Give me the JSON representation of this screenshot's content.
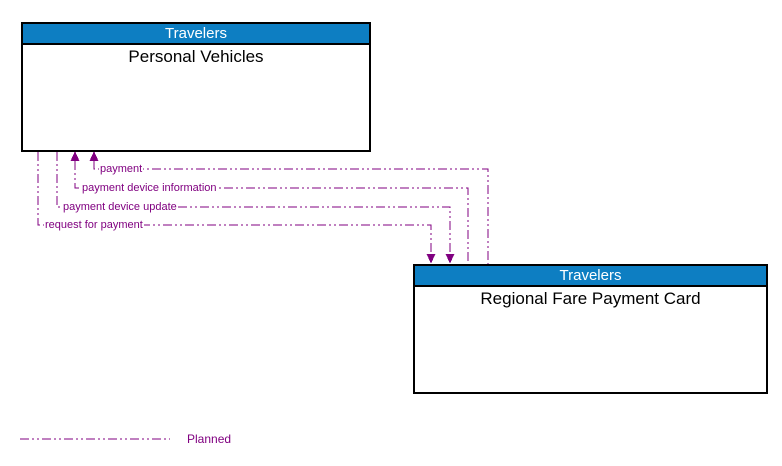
{
  "boxes": [
    {
      "header": "Travelers",
      "title": "Personal Vehicles"
    },
    {
      "header": "Travelers",
      "title": "Regional Fare Payment Card"
    }
  ],
  "flows": [
    {
      "label": "payment",
      "from": "Regional Fare Payment Card",
      "to": "Personal Vehicles",
      "status": "planned"
    },
    {
      "label": "payment device information",
      "from": "Regional Fare Payment Card",
      "to": "Personal Vehicles",
      "status": "planned"
    },
    {
      "label": "payment device update",
      "from": "Personal Vehicles",
      "to": "Regional Fare Payment Card",
      "status": "planned"
    },
    {
      "label": "request for payment",
      "from": "Personal Vehicles",
      "to": "Regional Fare Payment Card",
      "status": "planned"
    }
  ],
  "legend": {
    "label": "Planned",
    "line_style": "dash-dot-dot"
  },
  "colors": {
    "entity_header_bg": "#0d7ec2",
    "entity_header_text": "#ffffff",
    "flow_line": "#800080",
    "box_border": "#000000",
    "background": "#ffffff"
  }
}
